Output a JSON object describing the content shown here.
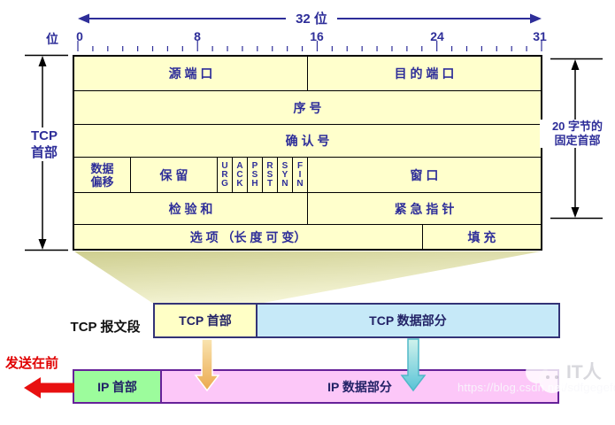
{
  "colors": {
    "table_fill": "#FFFFCC",
    "diagram_text_blue": "#2E2E99",
    "tcp_header_fill": "#FFFFC6",
    "tcp_data_fill": "#C6E9F8",
    "tcp_bar_border": "#333377",
    "ip_header_fill": "#9CFC9C",
    "ip_data_fill": "#FCC7F8",
    "ip_bar_border": "#662299",
    "send_arrow_red": "#E81010",
    "orange_arrow": "#EBA94F",
    "cyan_arrow": "#59C3D6"
  },
  "ruler": {
    "width_label": "32 位",
    "unit_label": "位",
    "tick_labels": [
      "0",
      "8",
      "16",
      "24",
      "31"
    ]
  },
  "header_table": {
    "row1": {
      "left": "源 端 口",
      "right": "目 的 端 口"
    },
    "row2": {
      "text": "序  号"
    },
    "row3": {
      "text": "确 认 号"
    },
    "row4": {
      "offset": "数据\n偏移",
      "reserved": "保  留",
      "flags": [
        "URG",
        "ACK",
        "PSH",
        "RST",
        "SYN",
        "FIN"
      ],
      "window": "窗  口"
    },
    "row5": {
      "left": "检 验 和",
      "right": "紧 急 指 针"
    },
    "row6": {
      "left": "选 项  （长 度 可 变）",
      "right": "填  充"
    }
  },
  "side_labels": {
    "left": "TCP\n首部",
    "right": "20 字节的\n固定首部"
  },
  "segment_bar": {
    "caption": "TCP 报文段",
    "header": "TCP 首部",
    "data": "TCP 数据部分"
  },
  "ip_bar": {
    "caption": "发送在前",
    "header": "IP 首部",
    "data": "IP 数据部分"
  },
  "watermark": {
    "url": "https://blog.csdn.net/sdfgegefdg",
    "logo_text": "IT人"
  }
}
